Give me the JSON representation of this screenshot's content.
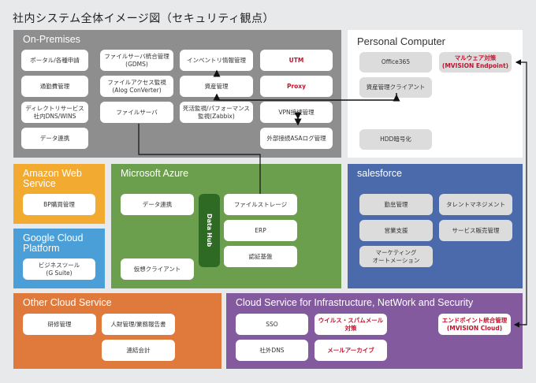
{
  "title": "社内システム全体イメージ図（セキュリティ観点）",
  "panels": {
    "onprem": {
      "title": "On-Premises",
      "items": [
        "ポータル/各種申請",
        "通勤費管理",
        "ディレクトリサービス\n社内DNS/WINS",
        "データ連携",
        "ファイルサーバ統合管理\n(GDMS)",
        "ファイルアクセス監視\n(Alog ConVerter)",
        "ファイルサーバ",
        "インベントリ情報管理",
        "資産管理",
        "死活監視/パフォーマンス\n監視(Zabbix)",
        "UTM",
        "Proxy",
        "VPN接続管理",
        "外部接続ASAログ管理"
      ]
    },
    "pc": {
      "title": "Personal Computer",
      "items": [
        "Office365",
        "マルウェア対策\n(MVISION Endpoint)",
        "資産管理クライアント",
        "HDD暗号化"
      ]
    },
    "aws": {
      "title": "Amazon Web\nService",
      "items": [
        "BP購買管理"
      ]
    },
    "gcp": {
      "title": "Google Cloud\nPlatform",
      "items": [
        "ビジネスツール\n(G Suite)"
      ]
    },
    "azure": {
      "title": "Microsoft Azure",
      "items": [
        "データ連携",
        "仮想クライアント",
        "ファイルストレージ",
        "ERP",
        "認証基盤"
      ],
      "datahub": "Data Hub"
    },
    "sf": {
      "title": "salesforce",
      "items": [
        "勤怠管理",
        "タレントマネジメント",
        "営業支援",
        "サービス販売管理",
        "マーケティング\nオートメーション"
      ]
    },
    "other": {
      "title": "Other Cloud Service",
      "items": [
        "研修管理",
        "人財管理/業務報告書",
        "連結会計"
      ]
    },
    "infra": {
      "title": "Cloud Service for Infrastructure, NetWork and Security",
      "items": [
        "SSO",
        "ウイルス・スパムメール\n対策",
        "社外DNS",
        "メールアーカイブ",
        "エンドポイント統合管理\n(MVISION Cloud)"
      ]
    }
  },
  "colors": {
    "onprem": "#8e8e8e",
    "aws": "#f2ab30",
    "gcp": "#4a9fd8",
    "azure": "#6c9f4d",
    "salesforce": "#4a6aac",
    "other": "#e07a3c",
    "infra": "#835a9e",
    "security_text": "#c0152f"
  }
}
